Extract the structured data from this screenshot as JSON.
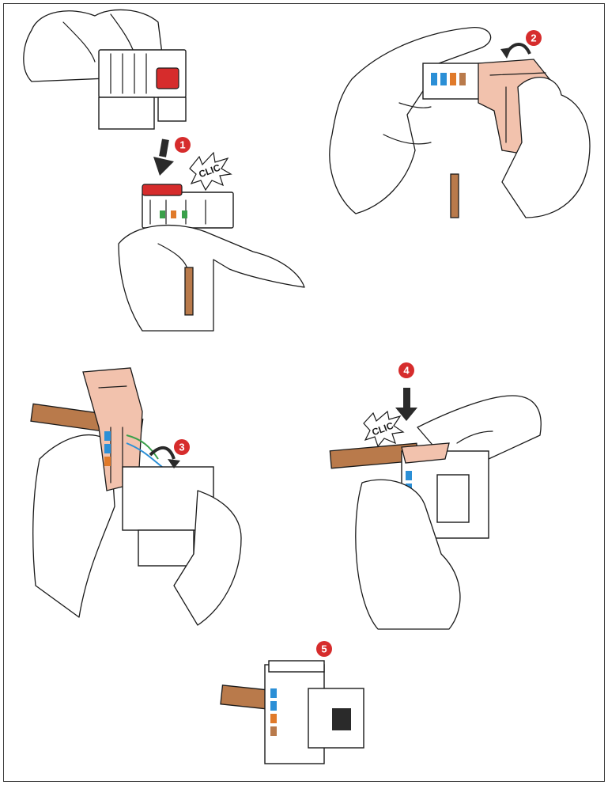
{
  "steps": [
    {
      "number": "1",
      "sound": "CLIC"
    },
    {
      "number": "2",
      "sound": ""
    },
    {
      "number": "3",
      "sound": ""
    },
    {
      "number": "4",
      "sound": "CLIC"
    },
    {
      "number": "5",
      "sound": ""
    }
  ],
  "colors": {
    "frame": "#3a3a3a",
    "badge": "#d62c2c",
    "cable": "#b97a4b",
    "cover": "#f2c2ad",
    "red_lever": "#d62c2c",
    "wire_blue": "#2b8fd6",
    "wire_green": "#3aa04a",
    "wire_orange": "#e07a2a"
  },
  "icons": [
    "step-badge-icon",
    "press-arrow-icon",
    "rotate-arrow-icon",
    "clic-burst-icon"
  ]
}
